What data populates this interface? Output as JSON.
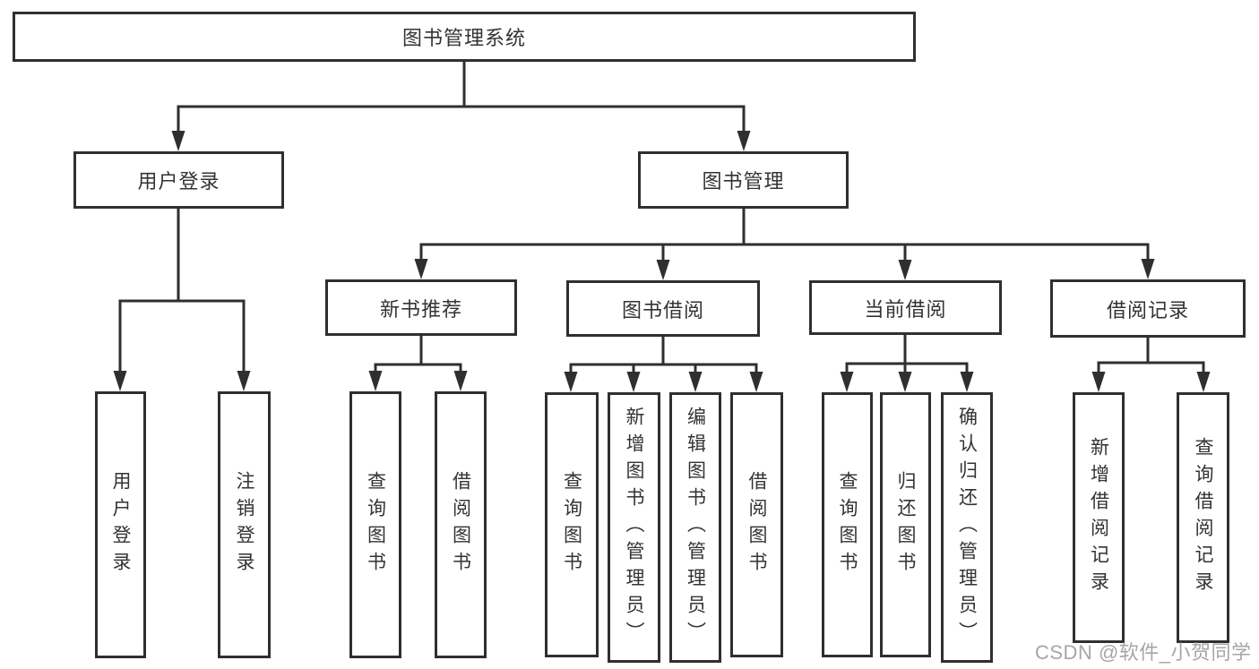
{
  "nodes": {
    "root": "图书管理系统",
    "login": "用户登录",
    "mgmt": "图书管理",
    "recommend": "新书推荐",
    "borrow": "图书借阅",
    "current": "当前借阅",
    "records": "借阅记录"
  },
  "leaves": {
    "login": [
      "用户登录",
      "注销登录"
    ],
    "recommend": [
      "查询图书",
      "借阅图书"
    ],
    "borrow": [
      "查询图书",
      "新增图书（管理员）",
      "编辑图书（管理员）",
      "借阅图书"
    ],
    "current": [
      "查询图书",
      "归还图书",
      "确认归还（管理员）"
    ],
    "records": [
      "新增借阅记录",
      "查询借阅记录"
    ]
  },
  "watermark": "CSDN @软件_小贺同学",
  "colors": {
    "line": "#2f2f2f",
    "text": "#333333",
    "watermark": "#a6a6a6",
    "background": "#ffffff"
  }
}
